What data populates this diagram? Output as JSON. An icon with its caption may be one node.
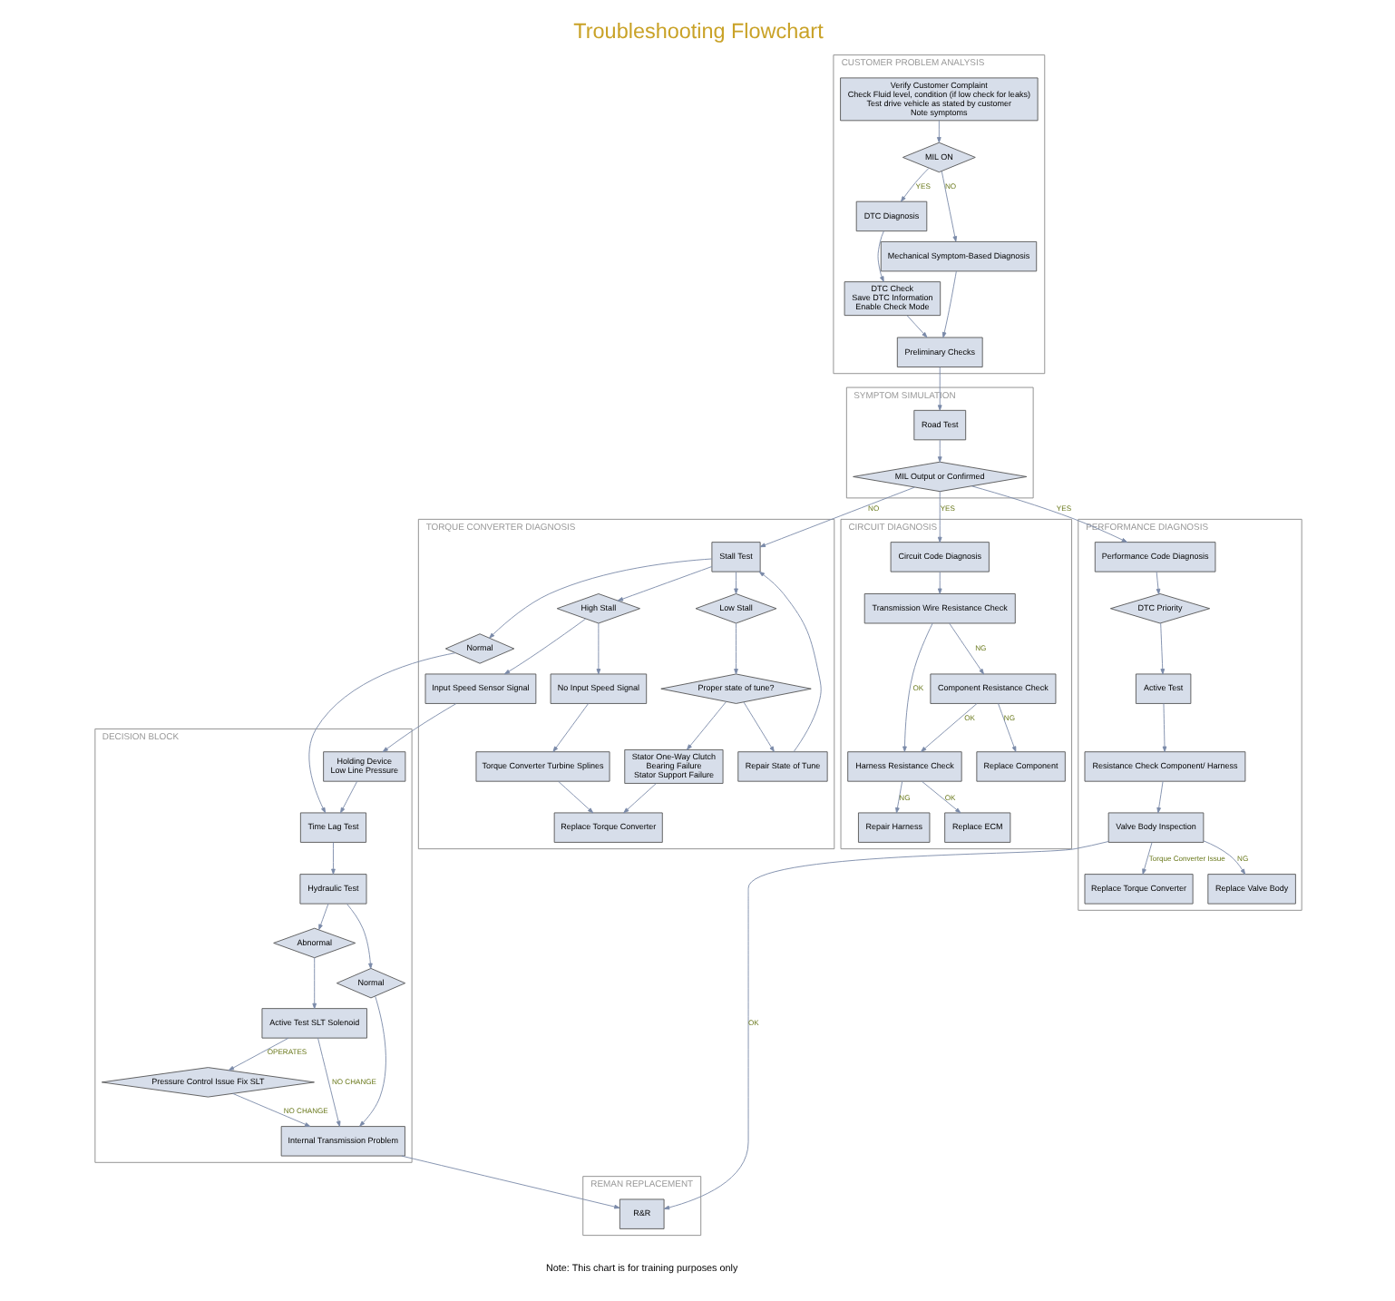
{
  "diagram": {
    "title": "Troubleshooting Flowchart",
    "nodes": [
      {
        "text": [
          "CUSTOMER PROBLEM ANALYSIS"
        ]
      },
      {
        "text": [
          "Verify Customer Complaint",
          "Check Fluid level, condition (if low check for leaks)",
          "Test drive vehicle as stated by customer",
          "Note symptoms"
        ],
        "in": 0
      },
      {
        "text": [
          "DTC Diagnosis"
        ],
        "in": 0
      },
      {
        "text": [
          "Mechanical Symptom-Based Diagnosis"
        ],
        "in": 0
      },
      {
        "text": [
          "MIL ON"
        ],
        "in": 0
      },
      {
        "text": [
          "DTC Check",
          "Save DTC Information",
          "Enable Check Mode"
        ],
        "in": 0
      },
      {
        "text": [
          "Preliminary Checks"
        ],
        "in": 0
      },
      {
        "text": [
          "TORQUE CONVERTER DIAGNOSIS"
        ]
      },
      {
        "text": [
          "Input Speed Sensor Signal"
        ],
        "in": 7
      },
      {
        "text": [
          "High Stall"
        ],
        "in": 7
      },
      {
        "text": [
          "Stall Test"
        ],
        "in": 7
      },
      {
        "text": [
          "Low Stall"
        ],
        "in": 7
      },
      {
        "text": [
          "No Input Speed Signal"
        ],
        "in": 7
      },
      {
        "text": [
          "Torque Converter Turbine Splines"
        ],
        "in": 7
      },
      {
        "text": [
          "Proper state of tune?"
        ],
        "in": 7
      },
      {
        "text": [
          "Repair State of Tune"
        ],
        "in": 7
      },
      {
        "text": [
          "Replace Torque Converter"
        ],
        "in": 7
      },
      {
        "text": [
          "Normal"
        ],
        "in": 7
      },
      {
        "text": [
          "Stator One-Way Clutch",
          "Bearing Failure",
          "Stator Support Failure"
        ],
        "in": 7
      },
      {
        "text": [
          "SYMPTOM SIMULATION"
        ]
      },
      {
        "text": [
          "Road Test"
        ],
        "in": 19
      },
      {
        "text": [
          "MIL Output or Confirmed"
        ],
        "in": 19
      },
      {
        "text": [
          "CIRCUIT DIAGNOSIS"
        ]
      },
      {
        "text": [
          "Circuit Code Diagnosis"
        ],
        "in": 22
      },
      {
        "text": [
          "Transmission Wire Resistance Check"
        ],
        "in": 22
      },
      {
        "text": [
          "Harness Resistance Check"
        ],
        "in": 22
      },
      {
        "text": [
          "Component Resistance Check"
        ],
        "in": 22
      },
      {
        "text": [
          "Repair Harness"
        ],
        "in": 22
      },
      {
        "text": [
          "Replace ECM"
        ],
        "in": 22
      },
      {
        "text": [
          "Replace Component"
        ],
        "in": 22
      },
      {
        "text": [
          "DECISION BLOCK"
        ]
      },
      {
        "text": [
          "Holding Device",
          "Low Line Pressure"
        ],
        "in": 30
      },
      {
        "text": [
          "Time Lag Test"
        ],
        "in": 30
      },
      {
        "text": [
          "Hydraulic Test"
        ],
        "in": 30
      },
      {
        "text": [
          "Pressure Control Issue Fix SLT"
        ],
        "in": 30
      },
      {
        "text": [
          "Abnormal"
        ],
        "in": 30
      },
      {
        "text": [
          "Normal"
        ],
        "in": 30
      },
      {
        "text": [
          "Active Test SLT Solenoid"
        ],
        "in": 30
      },
      {
        "text": [
          "Internal Transmission Problem"
        ],
        "in": 30
      },
      {
        "text": [
          "PERFORMANCE DIAGNOSIS"
        ]
      },
      {
        "text": [
          "Performance Code Diagnosis"
        ],
        "in": 39
      },
      {
        "text": [
          "DTC Priority"
        ],
        "in": 39
      },
      {
        "text": [
          "Active Test"
        ],
        "in": 39
      },
      {
        "text": [
          "Replace Torque Converter"
        ],
        "in": 39
      },
      {
        "text": [
          "Resistance Check Component/ Harness"
        ],
        "in": 39
      },
      {
        "text": [
          "Replace Valve Body"
        ],
        "in": 39
      },
      {
        "text": [
          "Valve Body Inspection"
        ],
        "in": 39
      },
      {
        "text": [
          "REMAN REPLACEMENT"
        ]
      },
      {
        "text": [
          "R&R"
        ],
        "in": 47
      }
    ],
    "edges": [
      {
        "from": 1,
        "to": 4,
        "arrow": "to"
      },
      {
        "from": 4,
        "to": 3,
        "arrow": "to",
        "label": "NO"
      },
      {
        "from": 4,
        "to": 2,
        "arrow": "to",
        "label": "YES"
      },
      {
        "from": 2,
        "to": 5,
        "arrow": "to"
      },
      {
        "from": 5,
        "to": 6,
        "arrow": "to"
      },
      {
        "from": 3,
        "to": 6,
        "arrow": "to"
      },
      {
        "from": 6,
        "to": 20,
        "arrow": "to"
      },
      {
        "from": 21,
        "to": 10,
        "arrow": "to",
        "label": "NO"
      },
      {
        "from": 10,
        "to": 9,
        "arrow": "to"
      },
      {
        "from": 9,
        "to": 8,
        "arrow": "to"
      },
      {
        "from": 9,
        "to": 12,
        "arrow": "to"
      },
      {
        "from": 12,
        "to": 13,
        "arrow": "to"
      },
      {
        "from": 13,
        "to": 16,
        "arrow": "to"
      },
      {
        "from": 10,
        "to": 11,
        "arrow": "to"
      },
      {
        "from": 11,
        "to": 14,
        "arrow": "to"
      },
      {
        "from": 14,
        "to": 15,
        "arrow": "to"
      },
      {
        "from": 15,
        "to": 10,
        "arrow": "to"
      },
      {
        "from": 14,
        "to": 18,
        "arrow": "to"
      },
      {
        "from": 10,
        "to": 17,
        "arrow": "to"
      },
      {
        "from": 18,
        "to": 16,
        "arrow": "to"
      },
      {
        "from": 17,
        "to": 32,
        "arrow": "to"
      },
      {
        "from": 8,
        "to": 31,
        "arrow": "to"
      },
      {
        "from": 20,
        "to": 21,
        "arrow": "to"
      },
      {
        "from": 21,
        "to": 23,
        "arrow": "to",
        "label": "YES"
      },
      {
        "from": 21,
        "to": 40,
        "arrow": "to",
        "label": "YES"
      },
      {
        "from": 23,
        "to": 24,
        "arrow": "to"
      },
      {
        "from": 24,
        "to": 25,
        "arrow": "to",
        "label": "OK"
      },
      {
        "from": 24,
        "to": 26,
        "arrow": "to",
        "label": "NG"
      },
      {
        "from": 26,
        "to": 25,
        "arrow": "to",
        "label": "OK"
      },
      {
        "from": 25,
        "to": 28,
        "arrow": "to",
        "label": "OK"
      },
      {
        "from": 25,
        "to": 27,
        "arrow": "to",
        "label": "NG"
      },
      {
        "from": 26,
        "to": 29,
        "arrow": "to",
        "label": "NG"
      },
      {
        "from": 31,
        "to": 32,
        "arrow": "to"
      },
      {
        "from": 32,
        "to": 33,
        "arrow": "to"
      },
      {
        "from": 33,
        "to": 35,
        "arrow": "to"
      },
      {
        "from": 35,
        "to": 37,
        "arrow": "to"
      },
      {
        "from": 37,
        "to": 34,
        "arrow": "to",
        "label": "OPERATES"
      },
      {
        "from": 33,
        "to": 36,
        "arrow": "to"
      },
      {
        "from": 34,
        "to": 38,
        "arrow": "to",
        "label": "NO CHANGE"
      },
      {
        "from": 36,
        "to": 38,
        "arrow": "to"
      },
      {
        "from": 37,
        "to": 38,
        "arrow": "to",
        "label": "NO CHANGE"
      },
      {
        "from": 38,
        "to": 48,
        "arrow": "to"
      },
      {
        "from": 40,
        "to": 41,
        "arrow": "to"
      },
      {
        "from": 41,
        "to": 42,
        "arrow": "to"
      },
      {
        "from": 42,
        "to": 44,
        "arrow": "to"
      },
      {
        "from": 44,
        "to": 46,
        "arrow": "to"
      },
      {
        "from": 46,
        "to": 45,
        "arrow": "to",
        "label": "NG"
      },
      {
        "from": 46,
        "to": 43,
        "arrow": "to",
        "label": "Torque Converter Issue"
      },
      {
        "from": 46,
        "to": 48,
        "arrow": "to",
        "label": "OK"
      }
    ],
    "labels": [
      "Note: This chart is for training purposes only"
    ]
  }
}
